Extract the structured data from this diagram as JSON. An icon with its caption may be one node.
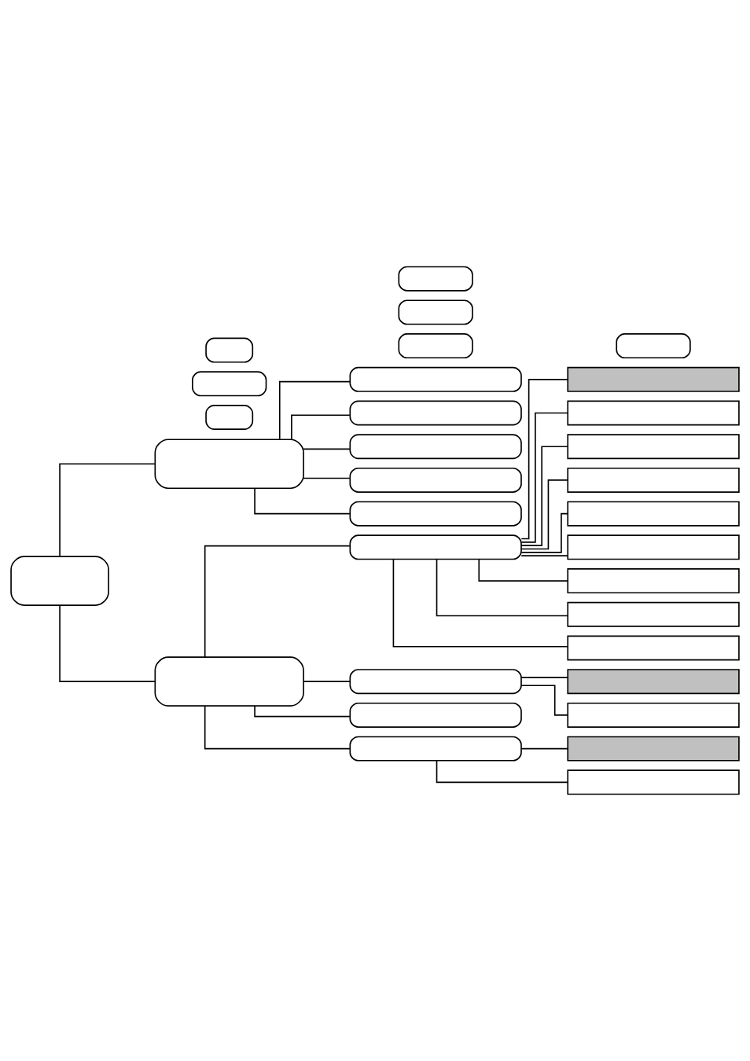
{
  "diagram": {
    "nodes": [
      {
        "text": [],
        "shape": "box"
      },
      {
        "text": [],
        "shape": "box"
      },
      {
        "text": [],
        "shape": "box"
      },
      {
        "text": [],
        "shape": "box"
      },
      {
        "text": [],
        "shape": "box"
      },
      {
        "text": [],
        "shape": "box"
      },
      {
        "text": [],
        "shape": "box"
      },
      {
        "text": [],
        "shape": "box"
      },
      {
        "text": [],
        "shape": "box"
      },
      {
        "text": [],
        "shape": "box"
      },
      {
        "text": [],
        "shape": "box"
      },
      {
        "text": [],
        "shape": "box"
      },
      {
        "text": [],
        "shape": "bar"
      },
      {
        "text": [],
        "shape": "bar"
      },
      {
        "text": [],
        "shape": "bar"
      },
      {
        "text": [],
        "shape": "bar"
      },
      {
        "text": [],
        "shape": "bar"
      },
      {
        "text": [],
        "shape": "bar"
      },
      {
        "text": [],
        "shape": "bar"
      },
      {
        "text": [],
        "shape": "bar"
      },
      {
        "text": [],
        "shape": "bar"
      },
      {
        "text": [],
        "shape": "box"
      },
      {
        "text": [],
        "shape": "box"
      },
      {
        "text": [],
        "shape": "bar"
      },
      {
        "text": [],
        "shape": "bar"
      },
      {
        "text": [],
        "shape": "box"
      },
      {
        "text": [],
        "shape": "box"
      },
      {
        "text": [],
        "shape": "box"
      },
      {
        "text": [],
        "shape": "box"
      },
      {
        "text": [],
        "shape": "bar"
      },
      {
        "text": [],
        "shape": "bar"
      },
      {
        "text": [],
        "shape": "box"
      }
    ],
    "edges": [
      {
        "from": 0,
        "to": 2,
        "arrow": "none"
      },
      {
        "from": 0,
        "to": 10,
        "arrow": "none"
      },
      {
        "from": 2,
        "to": 3,
        "arrow": "none"
      },
      {
        "from": 2,
        "to": 4,
        "arrow": "none"
      },
      {
        "from": 2,
        "to": 5,
        "arrow": "none"
      },
      {
        "from": 2,
        "to": 6,
        "arrow": "none"
      },
      {
        "from": 2,
        "to": 7,
        "arrow": "none"
      },
      {
        "from": 10,
        "to": 11,
        "arrow": "none"
      },
      {
        "from": 10,
        "to": 22,
        "arrow": "none"
      },
      {
        "from": 10,
        "to": 26,
        "arrow": "none"
      },
      {
        "from": 10,
        "to": 28,
        "arrow": "none"
      },
      {
        "from": 11,
        "to": 12,
        "arrow": "none"
      },
      {
        "from": 11,
        "to": 13,
        "arrow": "none"
      },
      {
        "from": 11,
        "to": 14,
        "arrow": "none"
      },
      {
        "from": 11,
        "to": 15,
        "arrow": "none"
      },
      {
        "from": 11,
        "to": 16,
        "arrow": "none"
      },
      {
        "from": 11,
        "to": 17,
        "arrow": "none"
      },
      {
        "from": 11,
        "to": 18,
        "arrow": "none"
      },
      {
        "from": 11,
        "to": 19,
        "arrow": "none"
      },
      {
        "from": 11,
        "to": 20,
        "arrow": "none"
      },
      {
        "from": 22,
        "to": 23,
        "arrow": "none"
      },
      {
        "from": 22,
        "to": 24,
        "arrow": "none"
      },
      {
        "from": 28,
        "to": 29,
        "arrow": "none"
      },
      {
        "from": 28,
        "to": 30,
        "arrow": "none"
      }
    ]
  }
}
